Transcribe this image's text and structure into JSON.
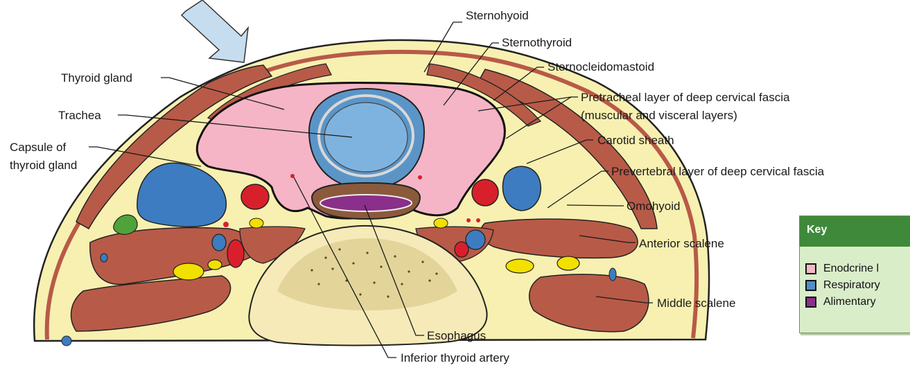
{
  "labels": {
    "sternohyoid": "Sternohyoid",
    "sternothyroid": "Sternothyroid",
    "sternocleidomastoid": "Sternocleidomastoid",
    "pretracheal_1": "Pretracheal layer of deep cervical fascia",
    "pretracheal_2": "(muscular and visceral layers)",
    "carotid_sheath": "Carotid sheath",
    "prevertebral": "Prevertebral layer of deep cervical fascia",
    "omohyoid": "Omohyoid",
    "anterior_scalene": "Anterior scalene",
    "middle_scalene": "Middle scalene",
    "esophagus": "Esophagus",
    "inferior_thyroid_artery": "Inferior thyroid artery",
    "thyroid_gland": "Thyroid gland",
    "trachea": "Trachea",
    "capsule_1": "Capsule of",
    "capsule_2": "thyroid gland"
  },
  "key": {
    "title": "Key",
    "items": [
      {
        "label": "Enodcrine l",
        "color": "#f2b8c8"
      },
      {
        "label": "Respiratory",
        "color": "#4f8fc6"
      },
      {
        "label": "Alimentary",
        "color": "#8a2f8a"
      }
    ]
  },
  "colors": {
    "thyroid": "#f5b5c6",
    "muscle": "#b85a48",
    "fat": "#f7f0b0",
    "trachea": "#5b95c8",
    "artery": "#d8202c",
    "vein": "#3d7cc0",
    "esophagus": "#8a2f8a",
    "vertebra": "#f6eab8",
    "arrow": "#c6dcef"
  }
}
